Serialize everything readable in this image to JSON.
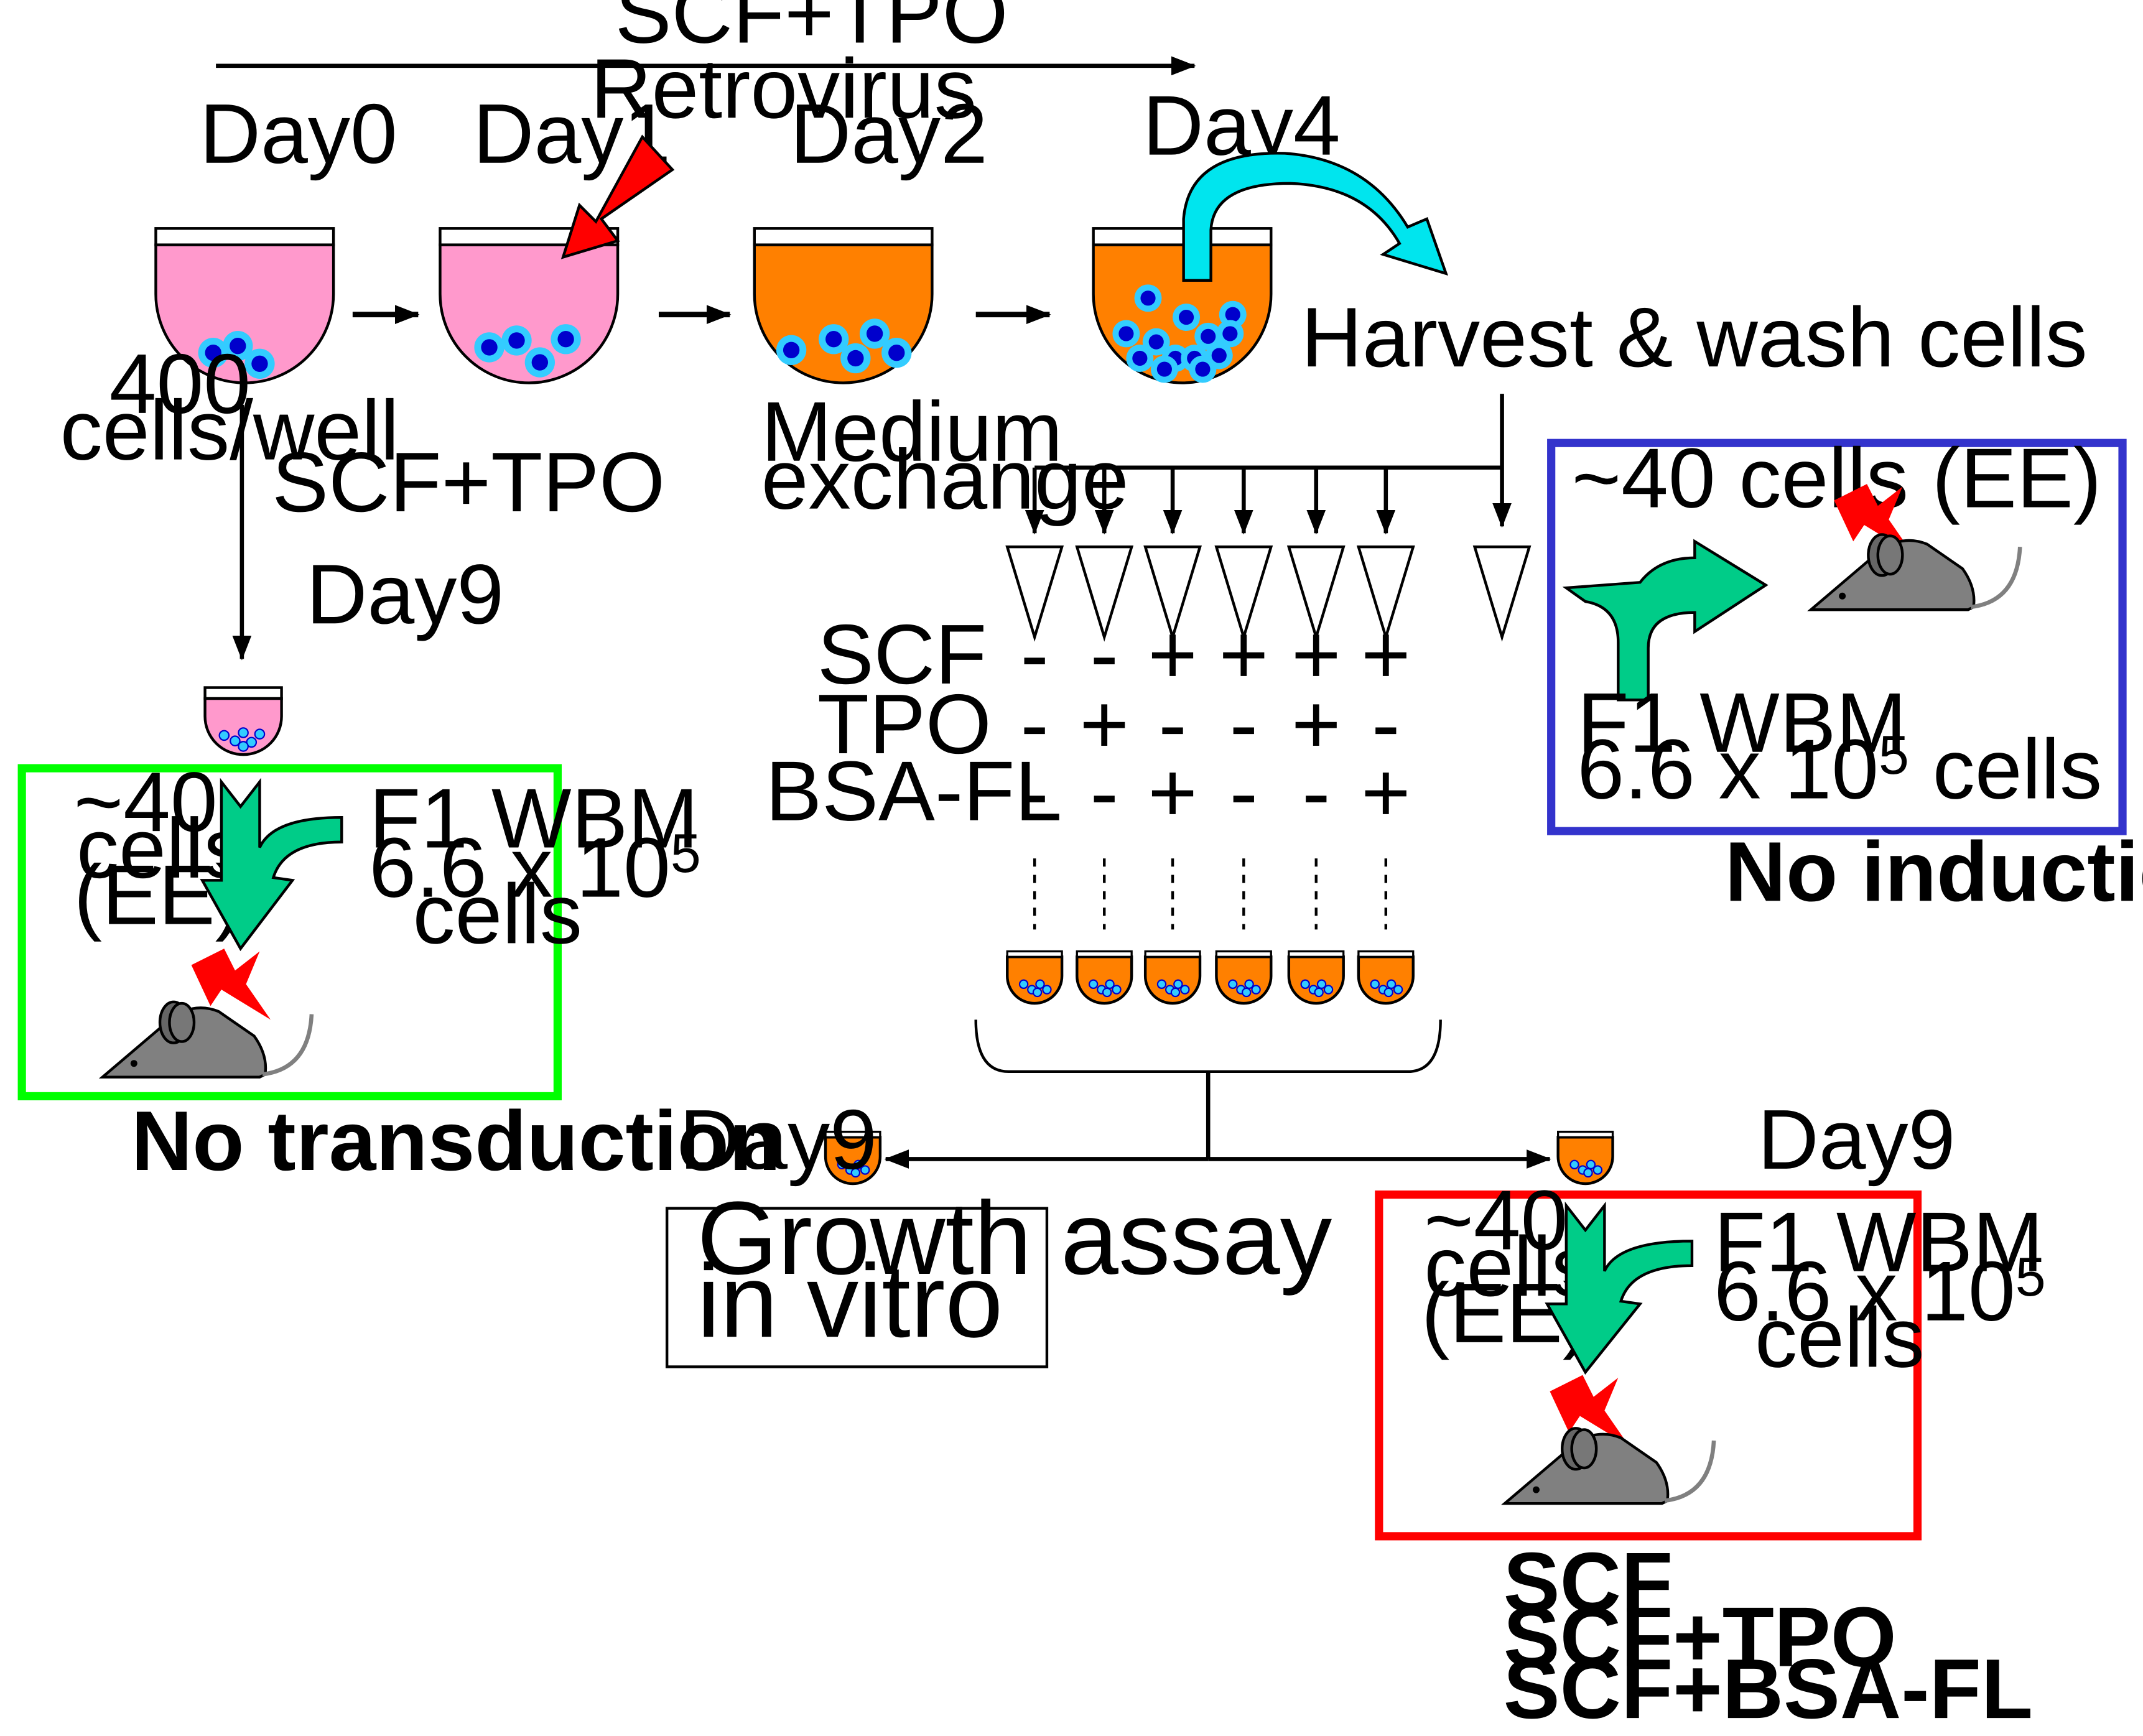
{
  "colors": {
    "pink_medium": "#ff99cc",
    "orange_medium": "#ff8000",
    "cell_outer": "#33ccff",
    "cell_inner": "#0000cc",
    "green_arrow": "#00cc88",
    "cyan_arrow": "#00e5ee",
    "red_arrow": "#ff0000",
    "lightning": "#ff0000",
    "mouse": "#808080",
    "box_green": "#00ff00",
    "box_blue": "#3333cc",
    "box_red": "#ff0000"
  },
  "icons": [
    "culture-well",
    "cell",
    "mouse",
    "lightning-bolt",
    "retrovirus-arrow",
    "transfer-arrow",
    "merge-arrow",
    "pipette-tip"
  ],
  "top": {
    "cytokines": "SCF+TPO",
    "retrovirus": "Retrovirus",
    "day0": "Day0",
    "day1": "Day1",
    "day2": "Day2",
    "day4": "Day4",
    "cells_per_well_1": "400",
    "cells_per_well_2": "cells/well",
    "medium_1": "Medium",
    "medium_2": "exchange",
    "harvest": "Harvest & wash cells"
  },
  "left": {
    "cytokines": "SCF+TPO",
    "day": "Day9",
    "cells_1": "~40",
    "cells_2": "cells",
    "cells_3": "(EE)",
    "wbm_1": "F1 WBM",
    "wbm_2a": "6.6 x 10",
    "wbm_2sup": "5",
    "wbm_3": "cells",
    "caption": "No transduction"
  },
  "conditions": {
    "row_labels": [
      "SCF",
      "TPO",
      "BSA-FL"
    ],
    "rows": [
      [
        "-",
        "-",
        "+",
        "+",
        "+",
        "+"
      ],
      [
        "-",
        "+",
        "-",
        "-",
        "+",
        "-"
      ],
      [
        "-",
        "-",
        "+",
        "-",
        "-",
        "+"
      ]
    ]
  },
  "blue_box": {
    "cells": "~40 cells (EE)",
    "wbm_1": "F1 WBM",
    "wbm_2a": "6.6 x 10",
    "wbm_2sup": "5",
    "wbm_2b": " cells",
    "caption": "No induction"
  },
  "bottom": {
    "day_left": "Day9",
    "day_right": "Day9",
    "growth_1": "Growth assay",
    "growth_2": "in vitro"
  },
  "red_box": {
    "cells_1": "~40",
    "cells_2": "cells",
    "cells_3": "(EE)",
    "wbm_1": "F1 WBM",
    "wbm_2a": "6.6 x 10",
    "wbm_2sup": "5",
    "wbm_3": "cells",
    "captions": [
      "SCF",
      "SCF+TPO",
      "SCF+BSA-FL"
    ]
  }
}
